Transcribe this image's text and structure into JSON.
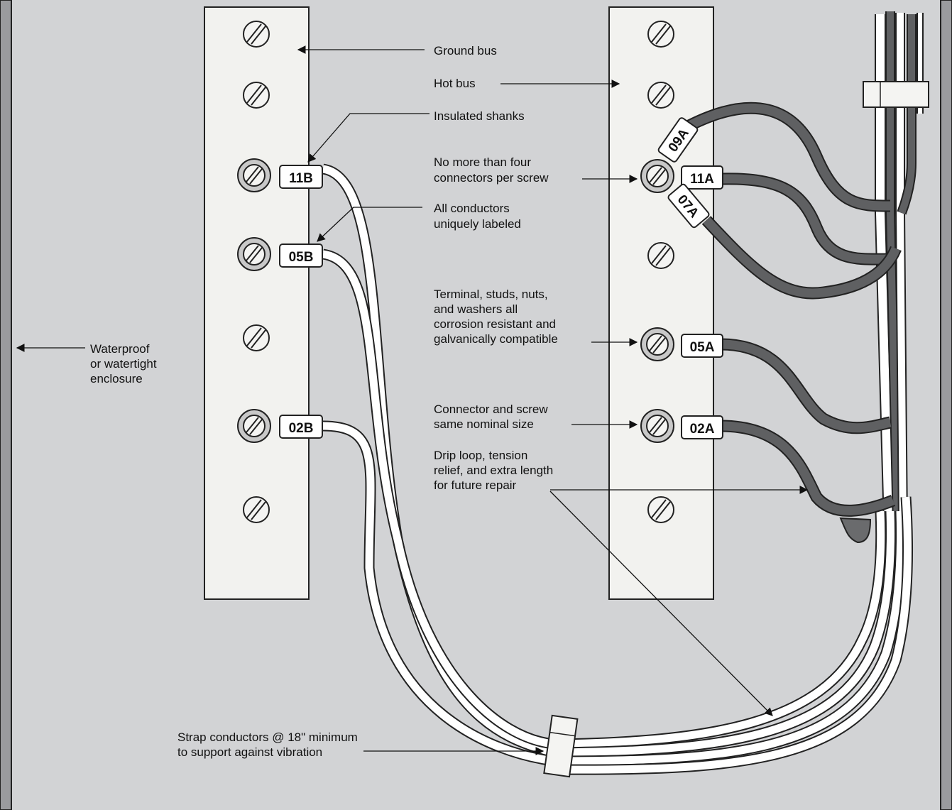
{
  "callouts": {
    "ground_bus": "Ground bus",
    "hot_bus": "Hot bus",
    "insulated_shanks": "Insulated shanks",
    "four_connectors": [
      "No more than four",
      "connectors per screw"
    ],
    "uniquely_labeled": [
      "All conductors",
      "uniquely labeled"
    ],
    "waterproof": [
      "Waterproof",
      "or watertight",
      "enclosure"
    ],
    "corrosion": [
      "Terminal, studs, nuts,",
      "and washers all",
      "corrosion resistant and",
      "galvanically compatible"
    ],
    "same_size": [
      "Connector and screw",
      "same nominal size"
    ],
    "drip_loop": [
      "Drip loop, tension",
      "relief, and extra length",
      "for future repair"
    ],
    "strap": [
      "Strap conductors @ 18\" minimum",
      "to support against vibration"
    ]
  },
  "wire_labels": {
    "l11b": "11B",
    "l05b": "05B",
    "l02b": "02B",
    "l11a": "11A",
    "l09a": "09A",
    "l07a": "07A",
    "l05a": "05A",
    "l02a": "02A"
  },
  "colors": {
    "background": "#d2d3d5",
    "enclosure_wall": "#9a9b9e",
    "bus_bar": "#f2f2ef",
    "ring_terminal": "#c8c8c8",
    "hot_wire": "#5f6062",
    "ground_wire": "#ffffff",
    "ink": "#111111"
  }
}
